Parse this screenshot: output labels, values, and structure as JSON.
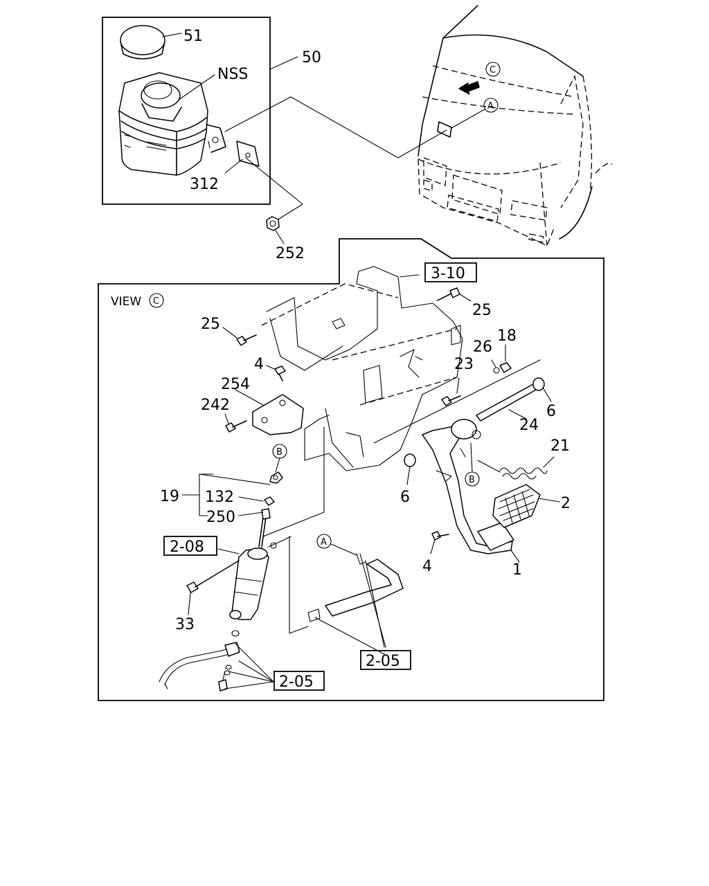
{
  "diagram": {
    "view_label": "VIEW",
    "view_marker": "C",
    "callouts": {
      "c51": "51",
      "c50": "50",
      "cNSS": "NSS",
      "c312": "312",
      "c252": "252",
      "c25a": "25",
      "c25b": "25",
      "c4a": "4",
      "c254": "254",
      "c242": "242",
      "c23": "23",
      "c26": "26",
      "c18": "18",
      "c6a": "6",
      "c24": "24",
      "c21": "21",
      "c6b": "6",
      "c2": "2",
      "c19": "19",
      "c132": "132",
      "c250": "250",
      "c33": "33",
      "c4b": "4",
      "c1": "1"
    },
    "boxed_refs": {
      "r310": "3-10",
      "r208": "2-08",
      "r205a": "2-05",
      "r205b": "2-05"
    },
    "circle_refs": {
      "A_top": "A",
      "C_top": "C",
      "B_upper": "B",
      "B_lower": "B",
      "A_lower": "A"
    }
  }
}
